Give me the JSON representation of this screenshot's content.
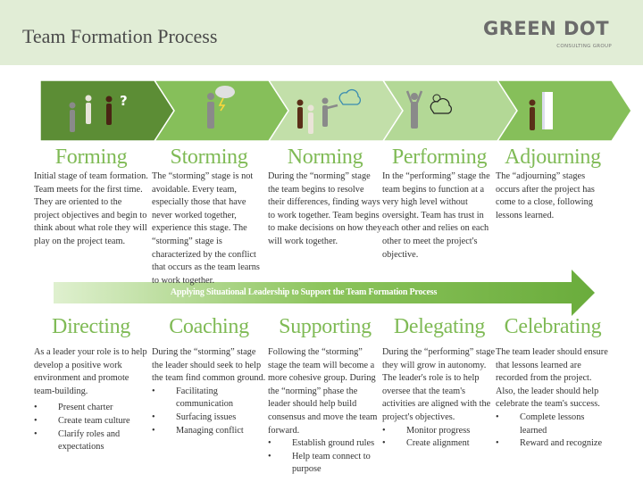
{
  "header": {
    "title": "Team Formation Process",
    "logo": {
      "main": "GREEN DOT",
      "sub": "CONSULTING GROUP"
    }
  },
  "colors": {
    "accent": "#7fba55",
    "header_bg": "#e1edd6",
    "chevrons": [
      "#5c8d35",
      "#86bf5a",
      "#c2dfa9",
      "#b3d896",
      "#86bf5a"
    ]
  },
  "stages": [
    {
      "title": "Forming",
      "icon": "people-question-icon",
      "text": "Initial stage of team formation. Team meets for the first time. They are oriented to the project objectives and begin to think about what role they will play on the project team."
    },
    {
      "title": "Storming",
      "icon": "person-storm-cloud-icon",
      "text": "The “storming” stage is not avoidable. Every team, especially those that have never worked together, experience this stage. The “storming” stage is characterized by the conflict that occurs as the team learns to work together."
    },
    {
      "title": "Norming",
      "icon": "people-cloud-icon",
      "text": "During the “norming” stage the team begins to resolve their differences, finding ways to work together. Team begins to make decisions on how they will work together."
    },
    {
      "title": "Performing",
      "icon": "person-sun-cloud-icon",
      "text": "In the “performing” stage the team begins to function at a very high level without oversight. Team has trust in each other and relies on each other to meet the project's objective."
    },
    {
      "title": "Adjourning",
      "icon": "person-door-icon",
      "text": "The “adjourning” stages occurs after the project has come to a close, following lessons learned."
    }
  ],
  "arrow_label": "Applying Situational Leadership to Support the Team Formation Process",
  "leadership": [
    {
      "title": "Directing",
      "text": "As a leader your role is to help develop a positive work environment and promote team-building.",
      "bullets": [
        "Present charter",
        "Create team culture",
        "Clarify roles and expectations"
      ]
    },
    {
      "title": "Coaching",
      "text": "During the “storming” stage the leader should seek to help the team find common ground.",
      "bullets": [
        "Facilitating communication",
        "Surfacing issues",
        "Managing conflict"
      ]
    },
    {
      "title": "Supporting",
      "text": "Following the “storming” stage the team will become a more cohesive group. During the “norming” phase the leader should help build consensus and move the team forward.",
      "bullets": [
        "Establish ground rules",
        "Help team connect to purpose"
      ]
    },
    {
      "title": "Delegating",
      "text": "During the “performing” stage they will grow in autonomy. The leader's role is to help oversee that the team's activities are aligned with the project's objectives.",
      "bullets": [
        "Monitor progress",
        "Create alignment"
      ]
    },
    {
      "title": "Celebrating",
      "text": "The team leader should ensure that lessons learned are recorded from the project. Also, the leader should help celebrate the team's success.",
      "bullets": [
        "Complete lessons learned",
        "Reward and recognize"
      ]
    }
  ]
}
